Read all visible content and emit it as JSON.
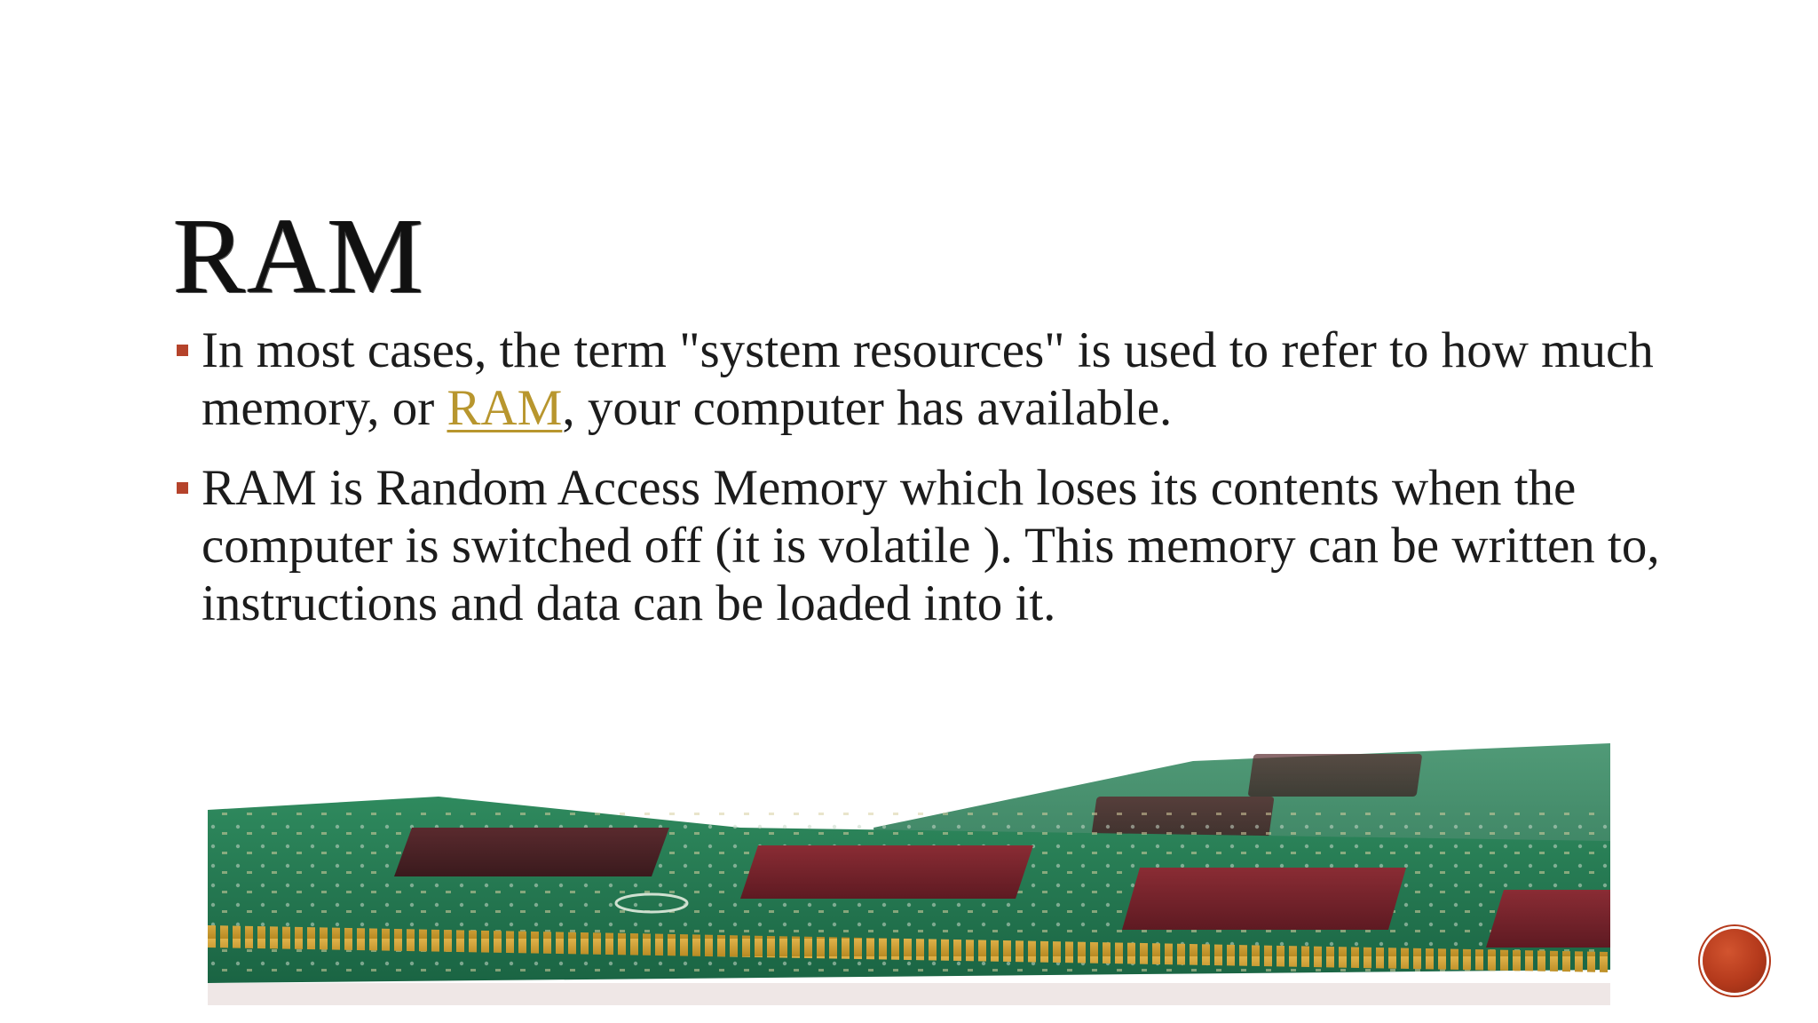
{
  "slide": {
    "title": "RAM",
    "bullets": [
      {
        "before_link": " In most cases, the term \"system resources\" is used to refer to how much memory, or ",
        "link": "RAM",
        "after_link": ", your computer has available."
      },
      {
        "text": " RAM is Random Access Memory which loses its contents when the computer is switched off (it is volatile ). This memory can be written to, instructions and data can be loaded into it."
      }
    ],
    "image": {
      "icon": "ram-module-photo"
    },
    "nav_button": {
      "icon": "next-slide-icon"
    }
  },
  "colors": {
    "bullet_marker": "#b5432b",
    "link": "#b8962e",
    "nav_button": "#b53a1c"
  }
}
